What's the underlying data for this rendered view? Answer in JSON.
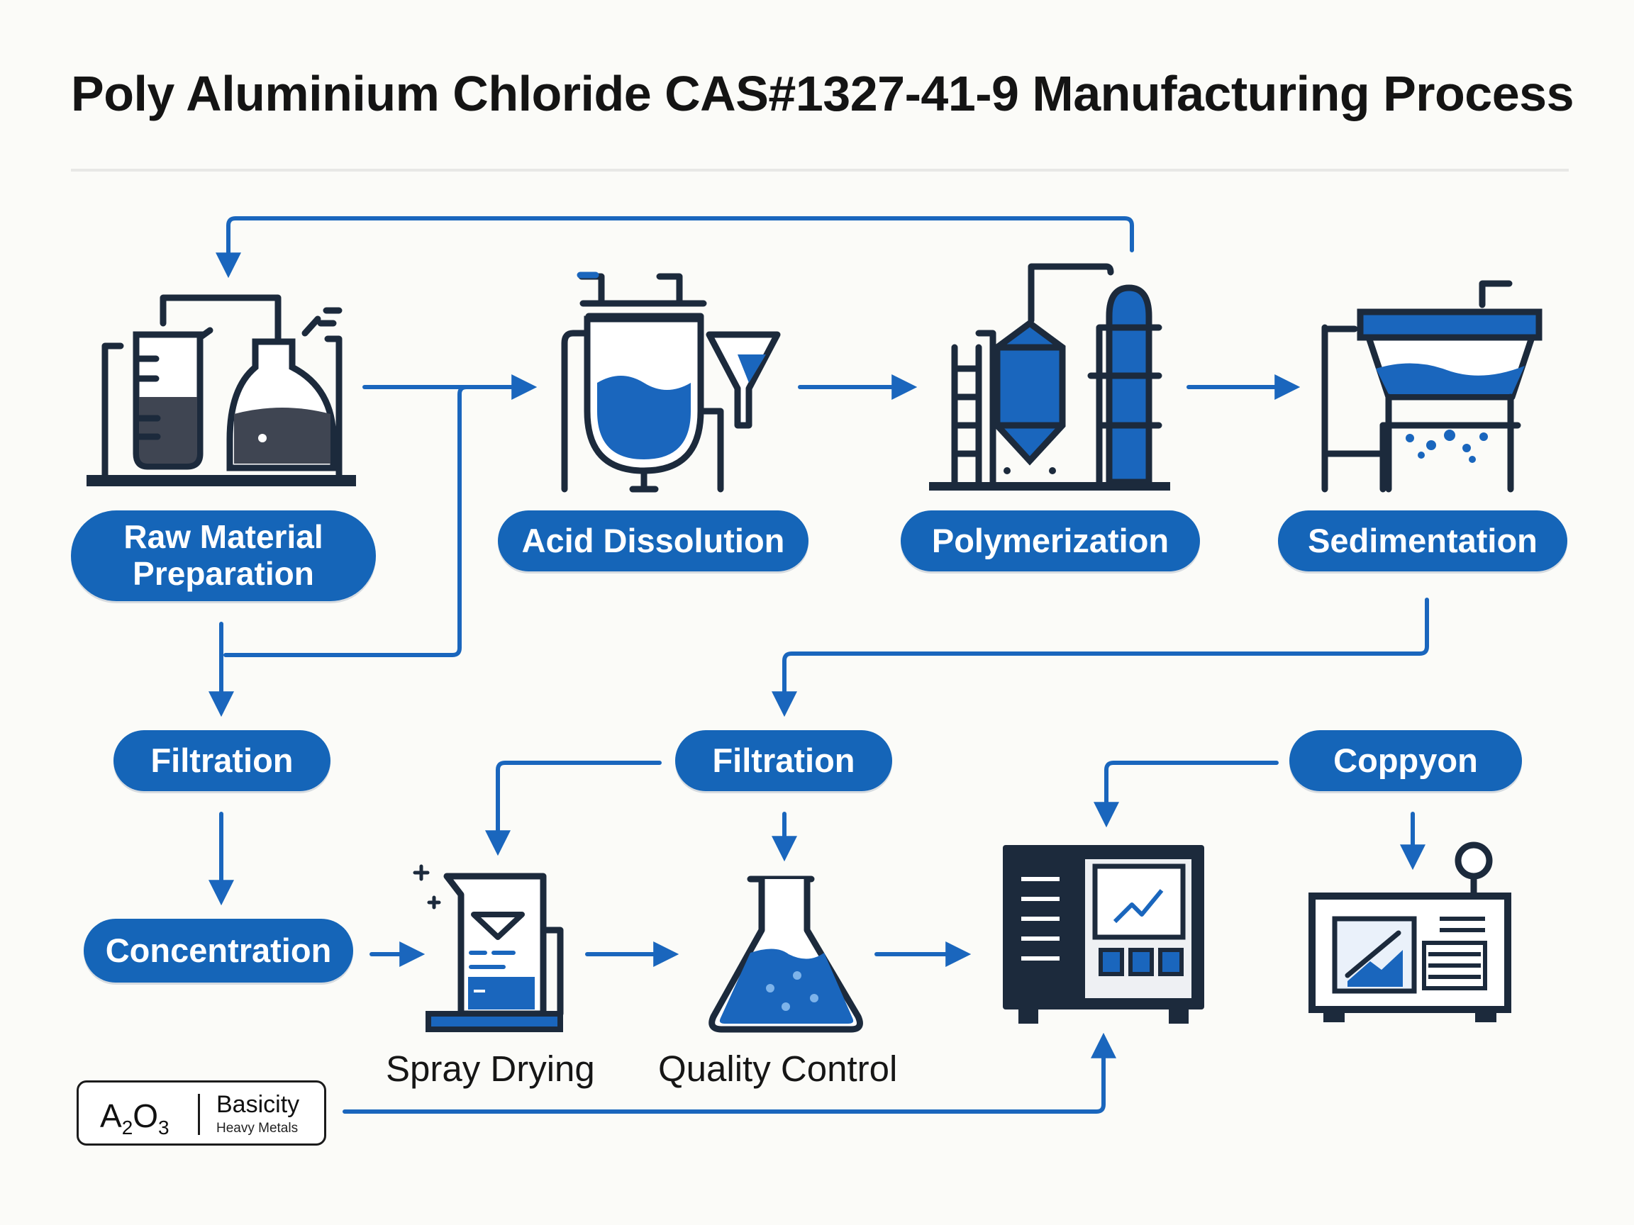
{
  "title": "Poly Aluminium Chloride CAS#1327-41-9 Manufacturing Process",
  "steps": {
    "raw_material": "Raw Material\nPreparation",
    "acid_dissolution": "Acid Dissolution",
    "polymerization": "Polymerization",
    "sedimentation": "Sedimentation",
    "filtration_1": "Filtration",
    "filtration_2": "Filtration",
    "coppyon": "Coppyon",
    "concentration": "Concentration"
  },
  "captions": {
    "spray_drying": "Spray Drying",
    "quality_control": "Quality Control"
  },
  "legend": {
    "formula_a": "A",
    "formula_sub1": "2",
    "formula_o": "O",
    "formula_sub2": "3",
    "label1": "Basicity",
    "label2": "Heavy Metals"
  },
  "colors": {
    "accent": "#1565b8",
    "ink": "#1c2a3c",
    "gray": "#3f4552",
    "background": "#fbfbf8"
  },
  "icons": [
    "lab-glassware-icon",
    "dissolution-reactor-icon",
    "polymerization-tower-icon",
    "sedimentation-tank-icon",
    "spray-dryer-icon",
    "erlenmeyer-flask-icon",
    "control-panel-icon",
    "monitoring-machine-icon"
  ]
}
